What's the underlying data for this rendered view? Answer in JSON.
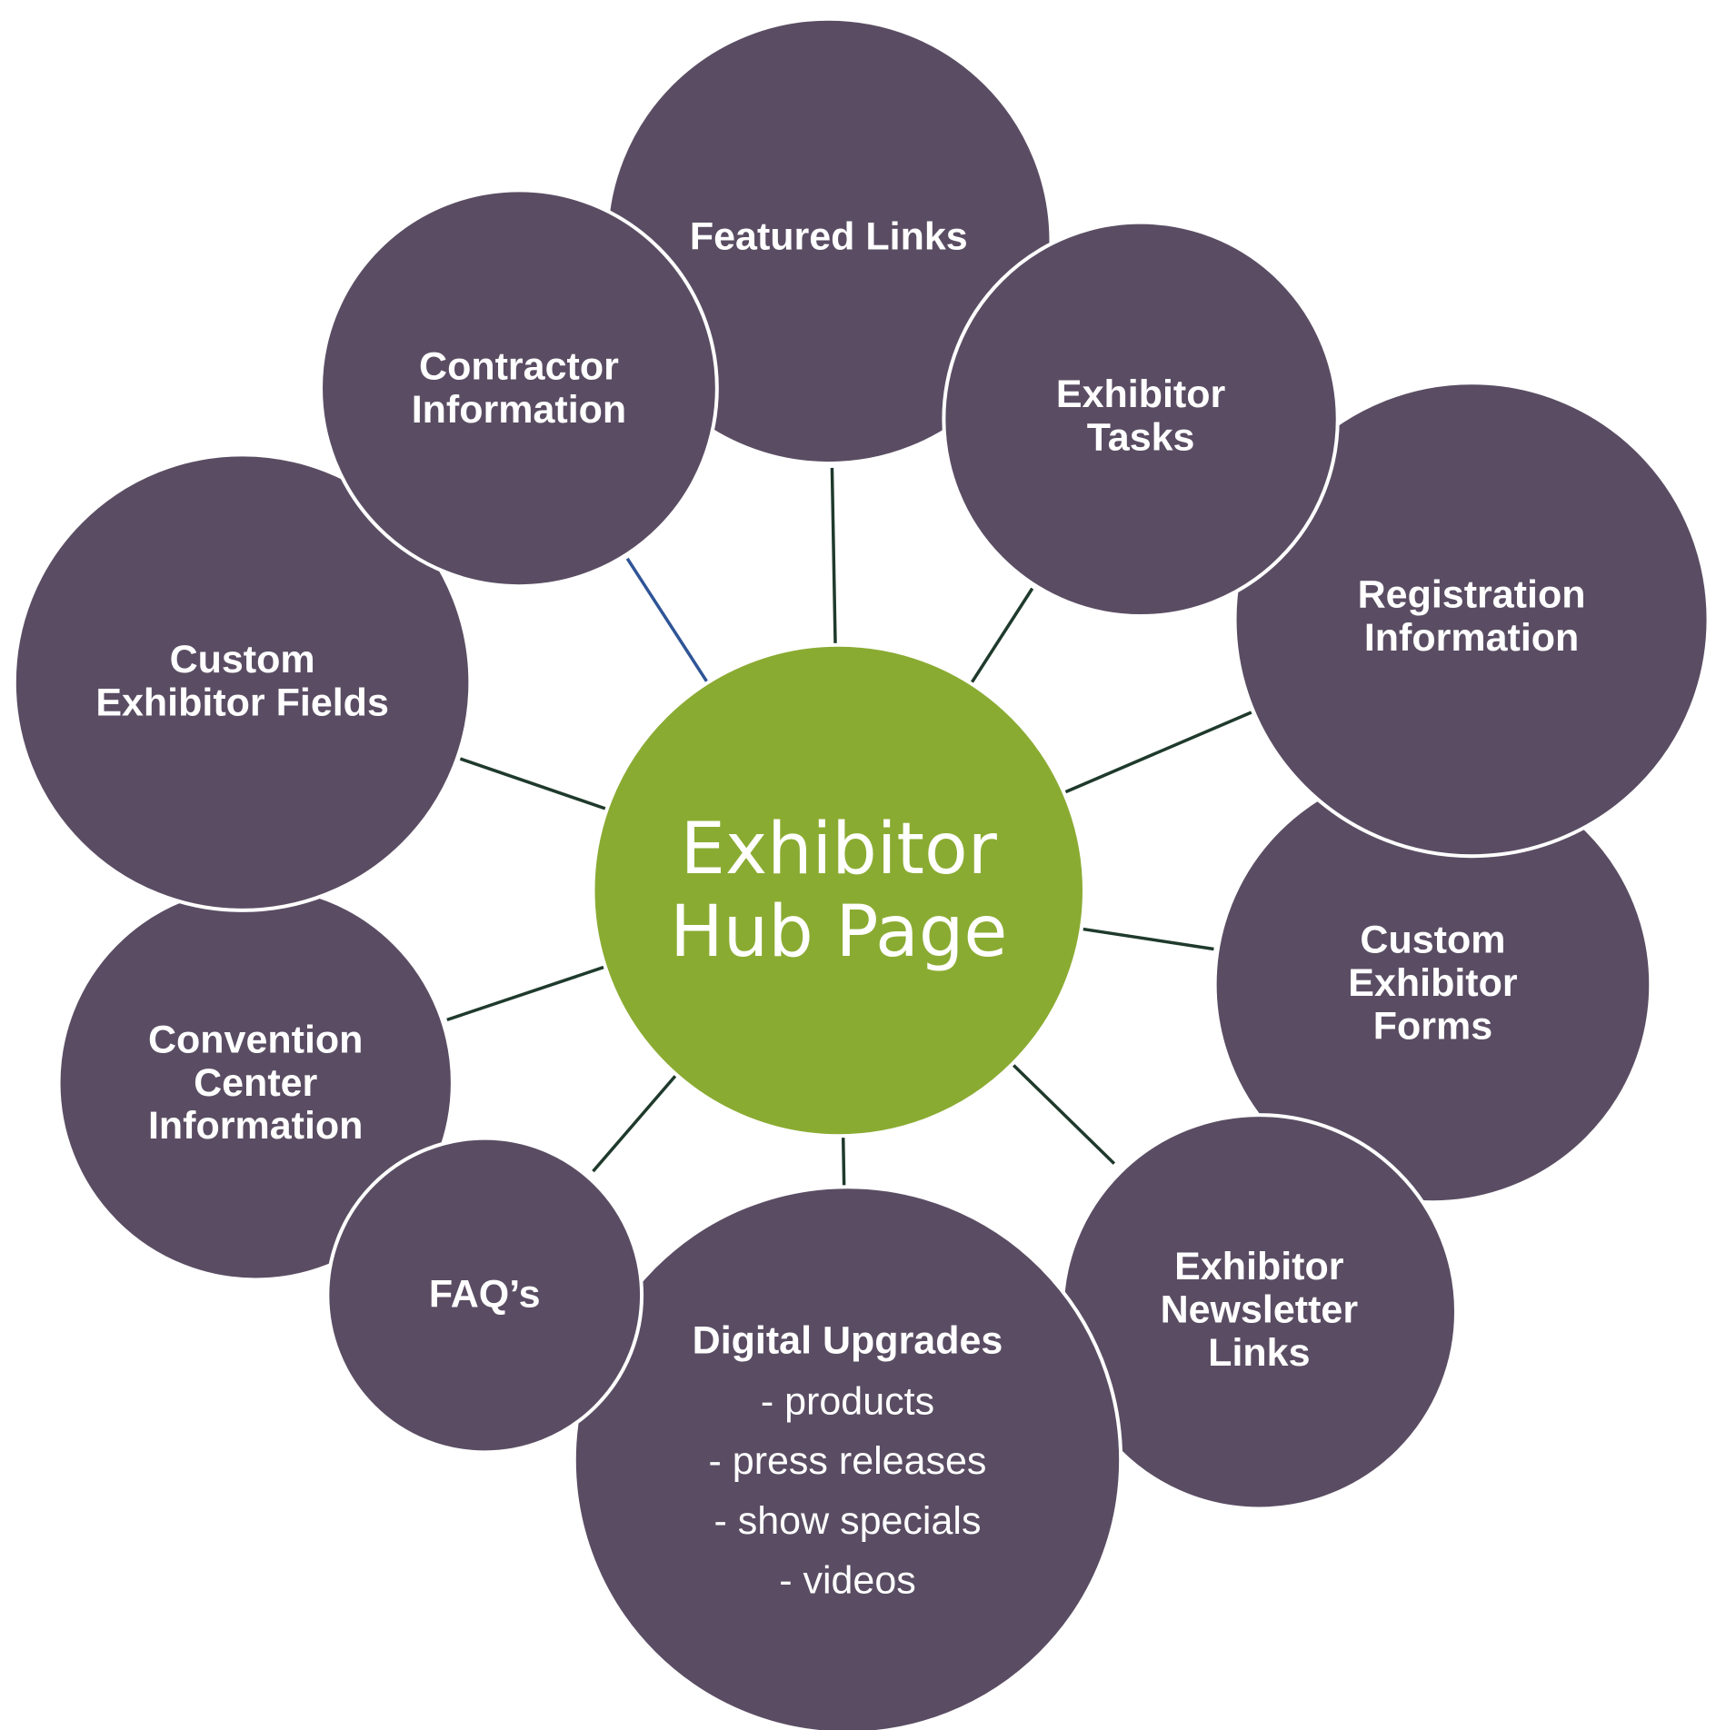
{
  "colors": {
    "spoke_fill": "#5a4d63",
    "hub_fill": "#8aab32",
    "outline": "#ffffff",
    "connector": "#1f3a2c",
    "connector_accent": "#2f5597",
    "text": "#ffffff"
  },
  "hub": {
    "lines": [
      "Exhibitor",
      "Hub Page"
    ]
  },
  "spokes": [
    {
      "id": "featured-links",
      "lines": [
        "Featured Links"
      ],
      "sub_lines": []
    },
    {
      "id": "exhibitor-tasks",
      "lines": [
        "Exhibitor",
        "Tasks"
      ],
      "sub_lines": []
    },
    {
      "id": "registration-information",
      "lines": [
        "Registration",
        "Information"
      ],
      "sub_lines": []
    },
    {
      "id": "custom-exhibitor-forms",
      "lines": [
        "Custom",
        "Exhibitor",
        "Forms"
      ],
      "sub_lines": []
    },
    {
      "id": "exhibitor-newsletter-links",
      "lines": [
        "Exhibitor",
        "Newsletter",
        "Links"
      ],
      "sub_lines": []
    },
    {
      "id": "digital-upgrades",
      "lines": [
        "Digital Upgrades"
      ],
      "sub_lines": [
        "- products",
        "- press releases",
        "- show specials",
        "- videos"
      ]
    },
    {
      "id": "faqs",
      "lines": [
        "FAQ’s"
      ],
      "sub_lines": []
    },
    {
      "id": "convention-center-information",
      "lines": [
        "Convention",
        "Center",
        "Information"
      ],
      "sub_lines": []
    },
    {
      "id": "custom-exhibitor-fields",
      "lines": [
        "Custom",
        "Exhibitor Fields"
      ],
      "sub_lines": []
    },
    {
      "id": "contractor-information",
      "lines": [
        "Contractor",
        "Information"
      ],
      "sub_lines": []
    }
  ]
}
